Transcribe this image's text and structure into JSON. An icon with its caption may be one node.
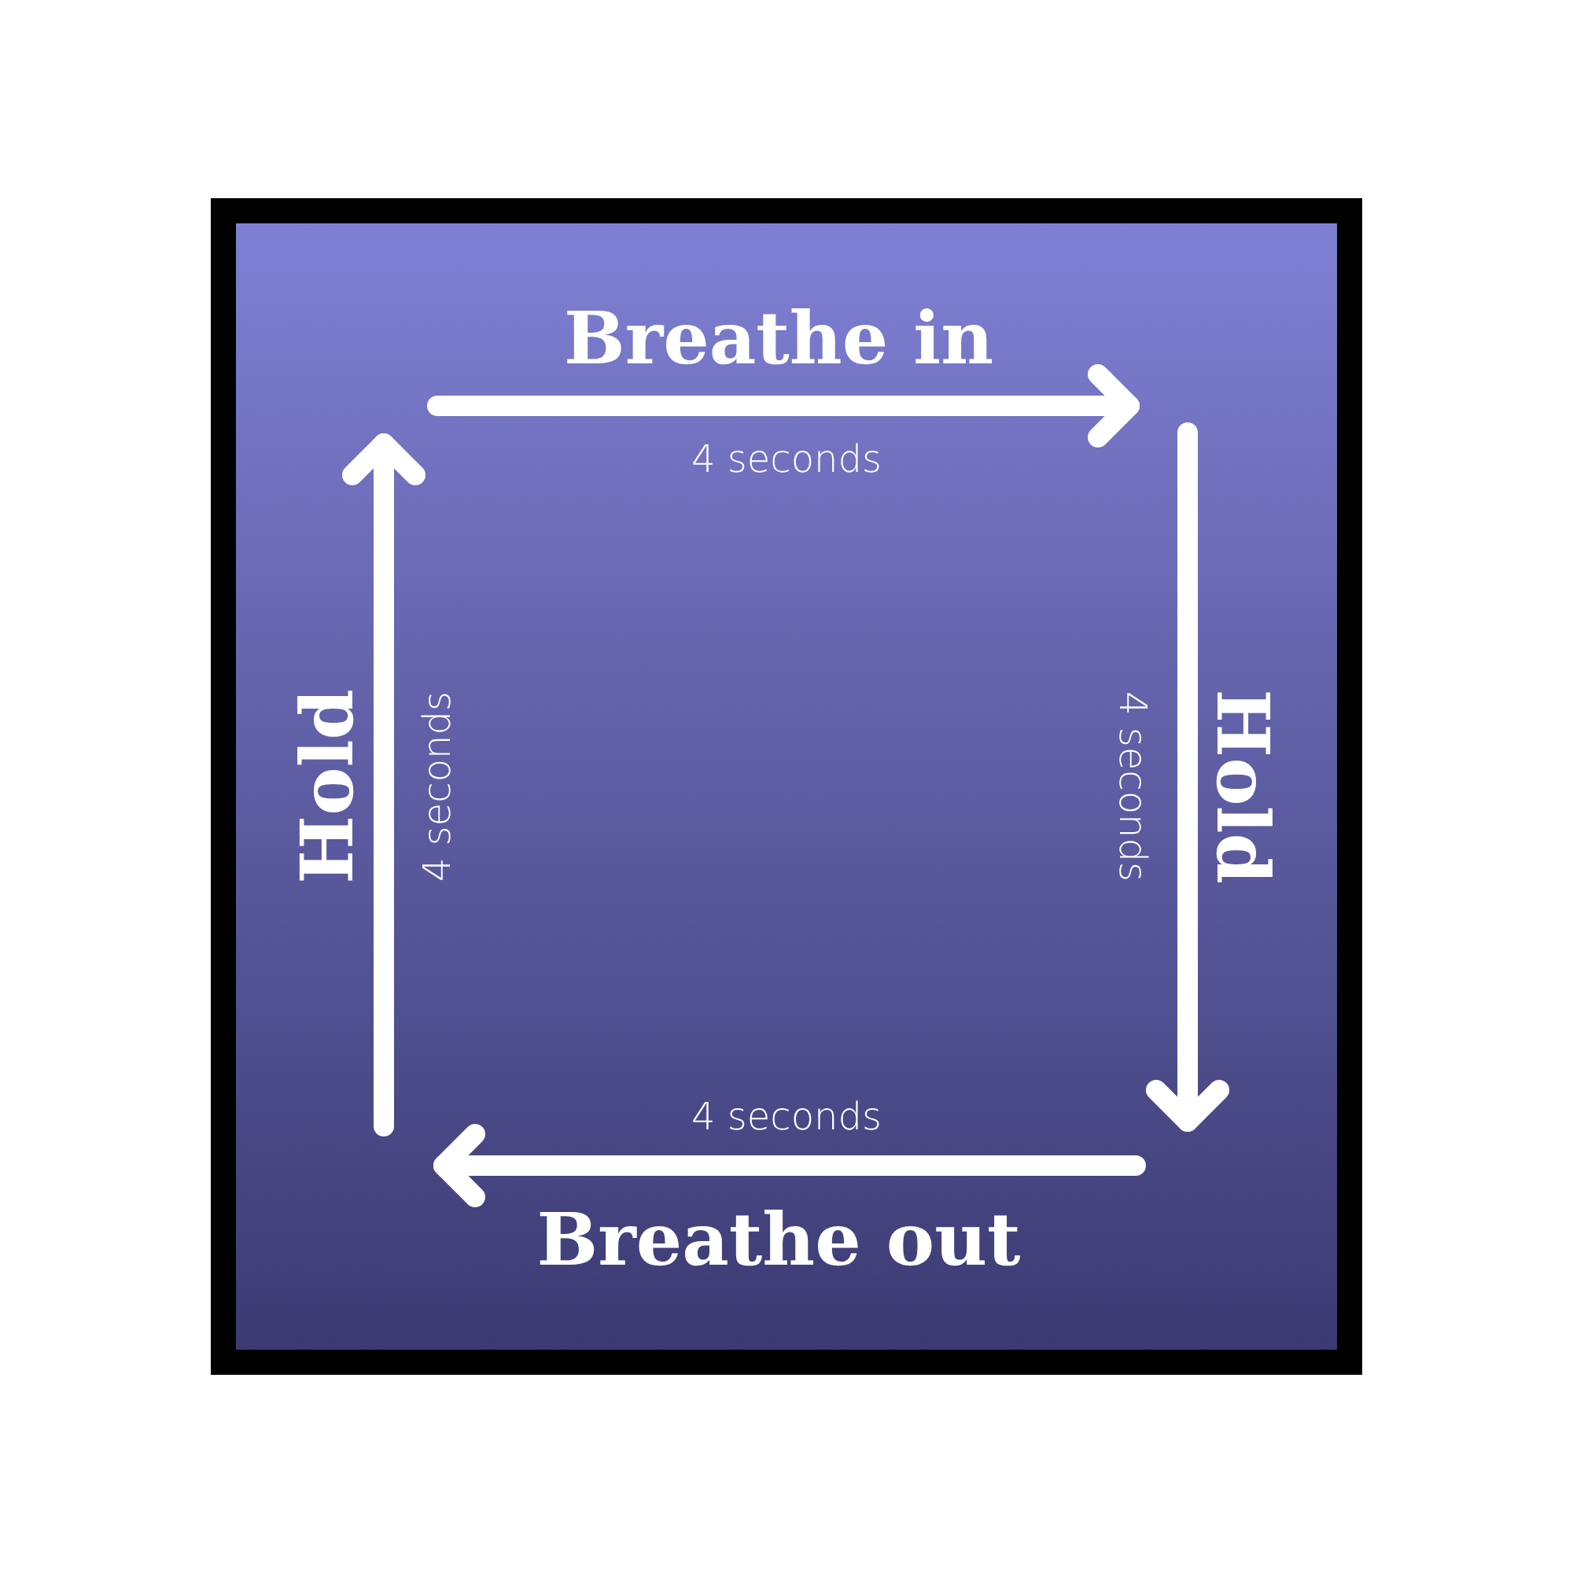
{
  "diagram": {
    "labels": [
      "Breathe in",
      "4 seconds",
      "Hold",
      "4 seconds",
      "4 seconds",
      "Hold",
      "4 seconds",
      "Breathe out"
    ]
  }
}
